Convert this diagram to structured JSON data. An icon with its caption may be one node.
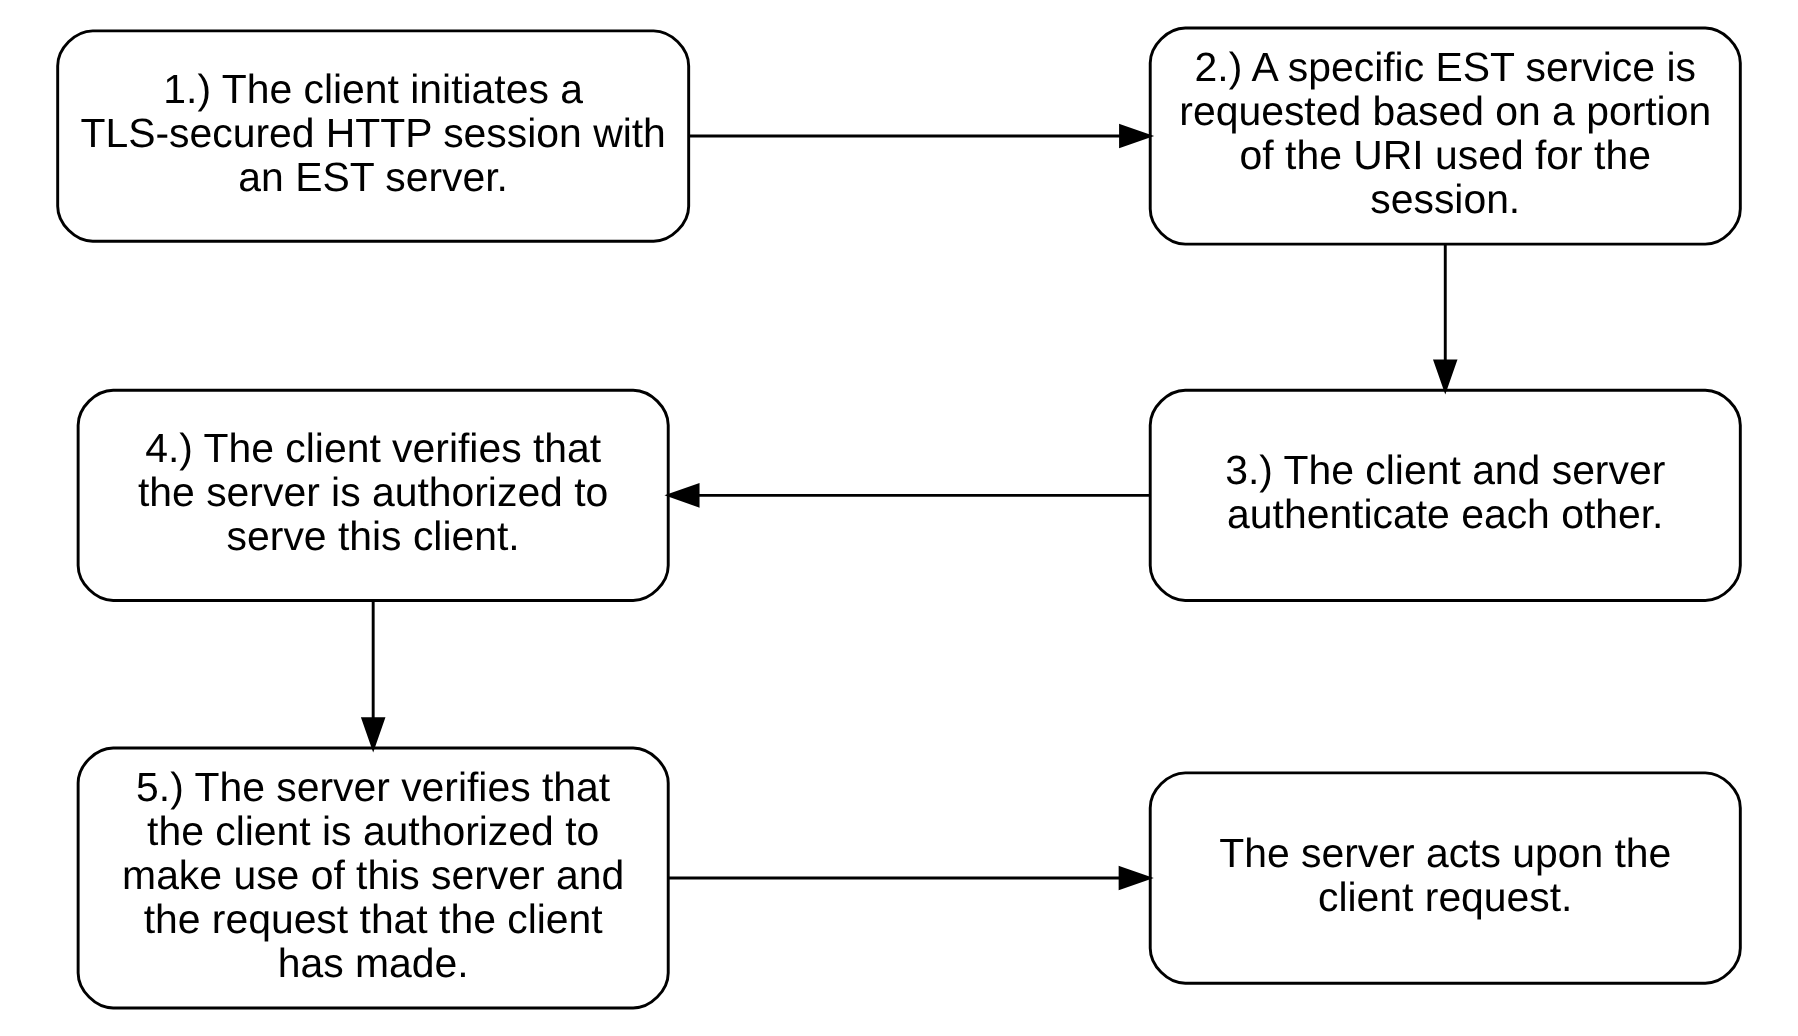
{
  "diagram": {
    "nodes": [
      {
        "text": [
          "1.) The client initiates a TLS-secured HTTP session with an EST server."
        ]
      },
      {
        "text": [
          "2.) A specific EST service is requested based on a portion of the URI used for the session."
        ]
      },
      {
        "text": [
          "3.) The client and server authenticate each other."
        ]
      },
      {
        "text": [
          "4.) The client verifies that the server is authorized to serve this client."
        ]
      },
      {
        "text": [
          "5.) The server verifies that the client is authorized to make use of this server and the request that the client has made."
        ]
      },
      {
        "text": [
          "The server acts upon the client request."
        ]
      }
    ],
    "edges": [
      {
        "from": 0,
        "to": 1,
        "arrow": "to"
      },
      {
        "from": 1,
        "to": 2,
        "arrow": "to"
      },
      {
        "from": 2,
        "to": 3,
        "arrow": "to"
      },
      {
        "from": 3,
        "to": 4,
        "arrow": "to"
      },
      {
        "from": 4,
        "to": 5,
        "arrow": "to"
      }
    ]
  }
}
